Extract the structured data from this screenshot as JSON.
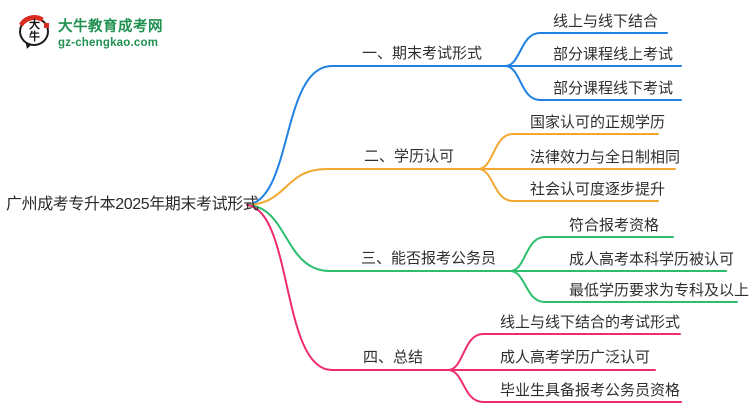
{
  "logo": {
    "icon_text_top": "大",
    "icon_text_bottom": "牛",
    "title": "大牛教育成考网",
    "subtitle": "gz-chengkao.com",
    "brand_color": "#1f9150"
  },
  "root": {
    "label": "广州成考专升本2025年期末考试形式"
  },
  "palette": {
    "branch1": "#1f82e3",
    "branch2": "#f3a72f",
    "branch3": "#2bbf6c",
    "branch4": "#ef2b72",
    "text": "#2f2f2f",
    "background": "#ffffff"
  },
  "branches": [
    {
      "label": "一、期末考试形式",
      "color": "#1f82e3",
      "children": [
        "线上与线下结合",
        "部分课程线上考试",
        "部分课程线下考试"
      ]
    },
    {
      "label": "二、学历认可",
      "color": "#f3a72f",
      "children": [
        "国家认可的正规学历",
        "法律效力与全日制相同",
        "社会认可度逐步提升"
      ]
    },
    {
      "label": "三、能否报考公务员",
      "color": "#2bbf6c",
      "children": [
        "符合报考资格",
        "成人高考本科学历被认可",
        "最低学历要求为专科及以上"
      ]
    },
    {
      "label": "四、总结",
      "color": "#ef2b72",
      "children": [
        "线上与线下结合的考试形式",
        "成人高考学历广泛认可",
        "毕业生具备报考公务员资格"
      ]
    }
  ]
}
